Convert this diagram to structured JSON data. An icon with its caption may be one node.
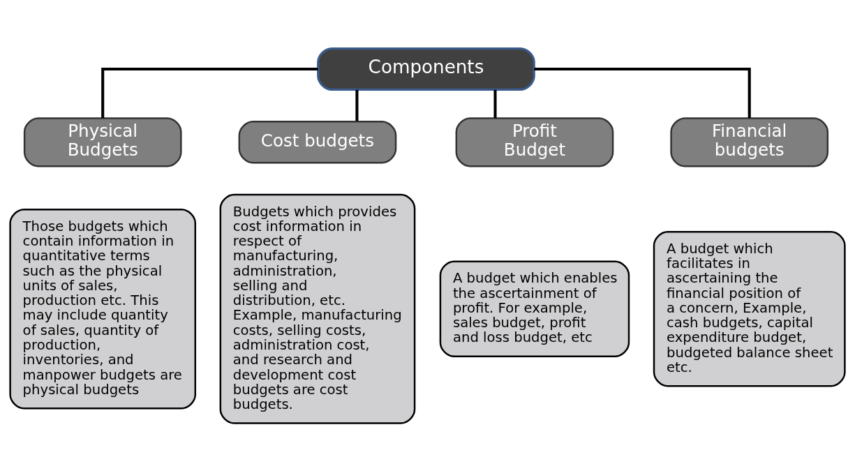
{
  "diagram": {
    "nodes": [
      {
        "text": [
          "Components"
        ]
      },
      {
        "text": [
          "Physical Budgets"
        ]
      },
      {
        "text": [
          "Cost budgets"
        ]
      },
      {
        "text": [
          "Profit Budget"
        ]
      },
      {
        "text": [
          "Financial budgets"
        ]
      },
      {
        "text": [
          "Those budgets which contain information in quantitative terms such as the physical units of sales, production etc. This may include quantity of sales, quantity of production, inventories, and manpower budgets are physical budgets"
        ]
      },
      {
        "text": [
          "Budgets which provides cost information in respect of manufacturing, administration, selling and distribution, etc. Example, manufacturing costs, selling costs, administration cost, and research and development cost budgets are cost budgets."
        ]
      },
      {
        "text": [
          "A budget which enables the ascertainment of profit. For example, sales budget, profit and loss budget, etc"
        ]
      },
      {
        "text": [
          "A budget which facilitates in ascertaining the financial position of a concern, Example, cash budgets, capital expenditure budget, budgeted balance sheet etc."
        ]
      }
    ],
    "edges": [
      {
        "from": 0,
        "to": 1,
        "arrow": "none"
      },
      {
        "from": 0,
        "to": 2,
        "arrow": "none"
      },
      {
        "from": 0,
        "to": 3,
        "arrow": "none"
      },
      {
        "from": 0,
        "to": 4,
        "arrow": "none"
      }
    ]
  }
}
